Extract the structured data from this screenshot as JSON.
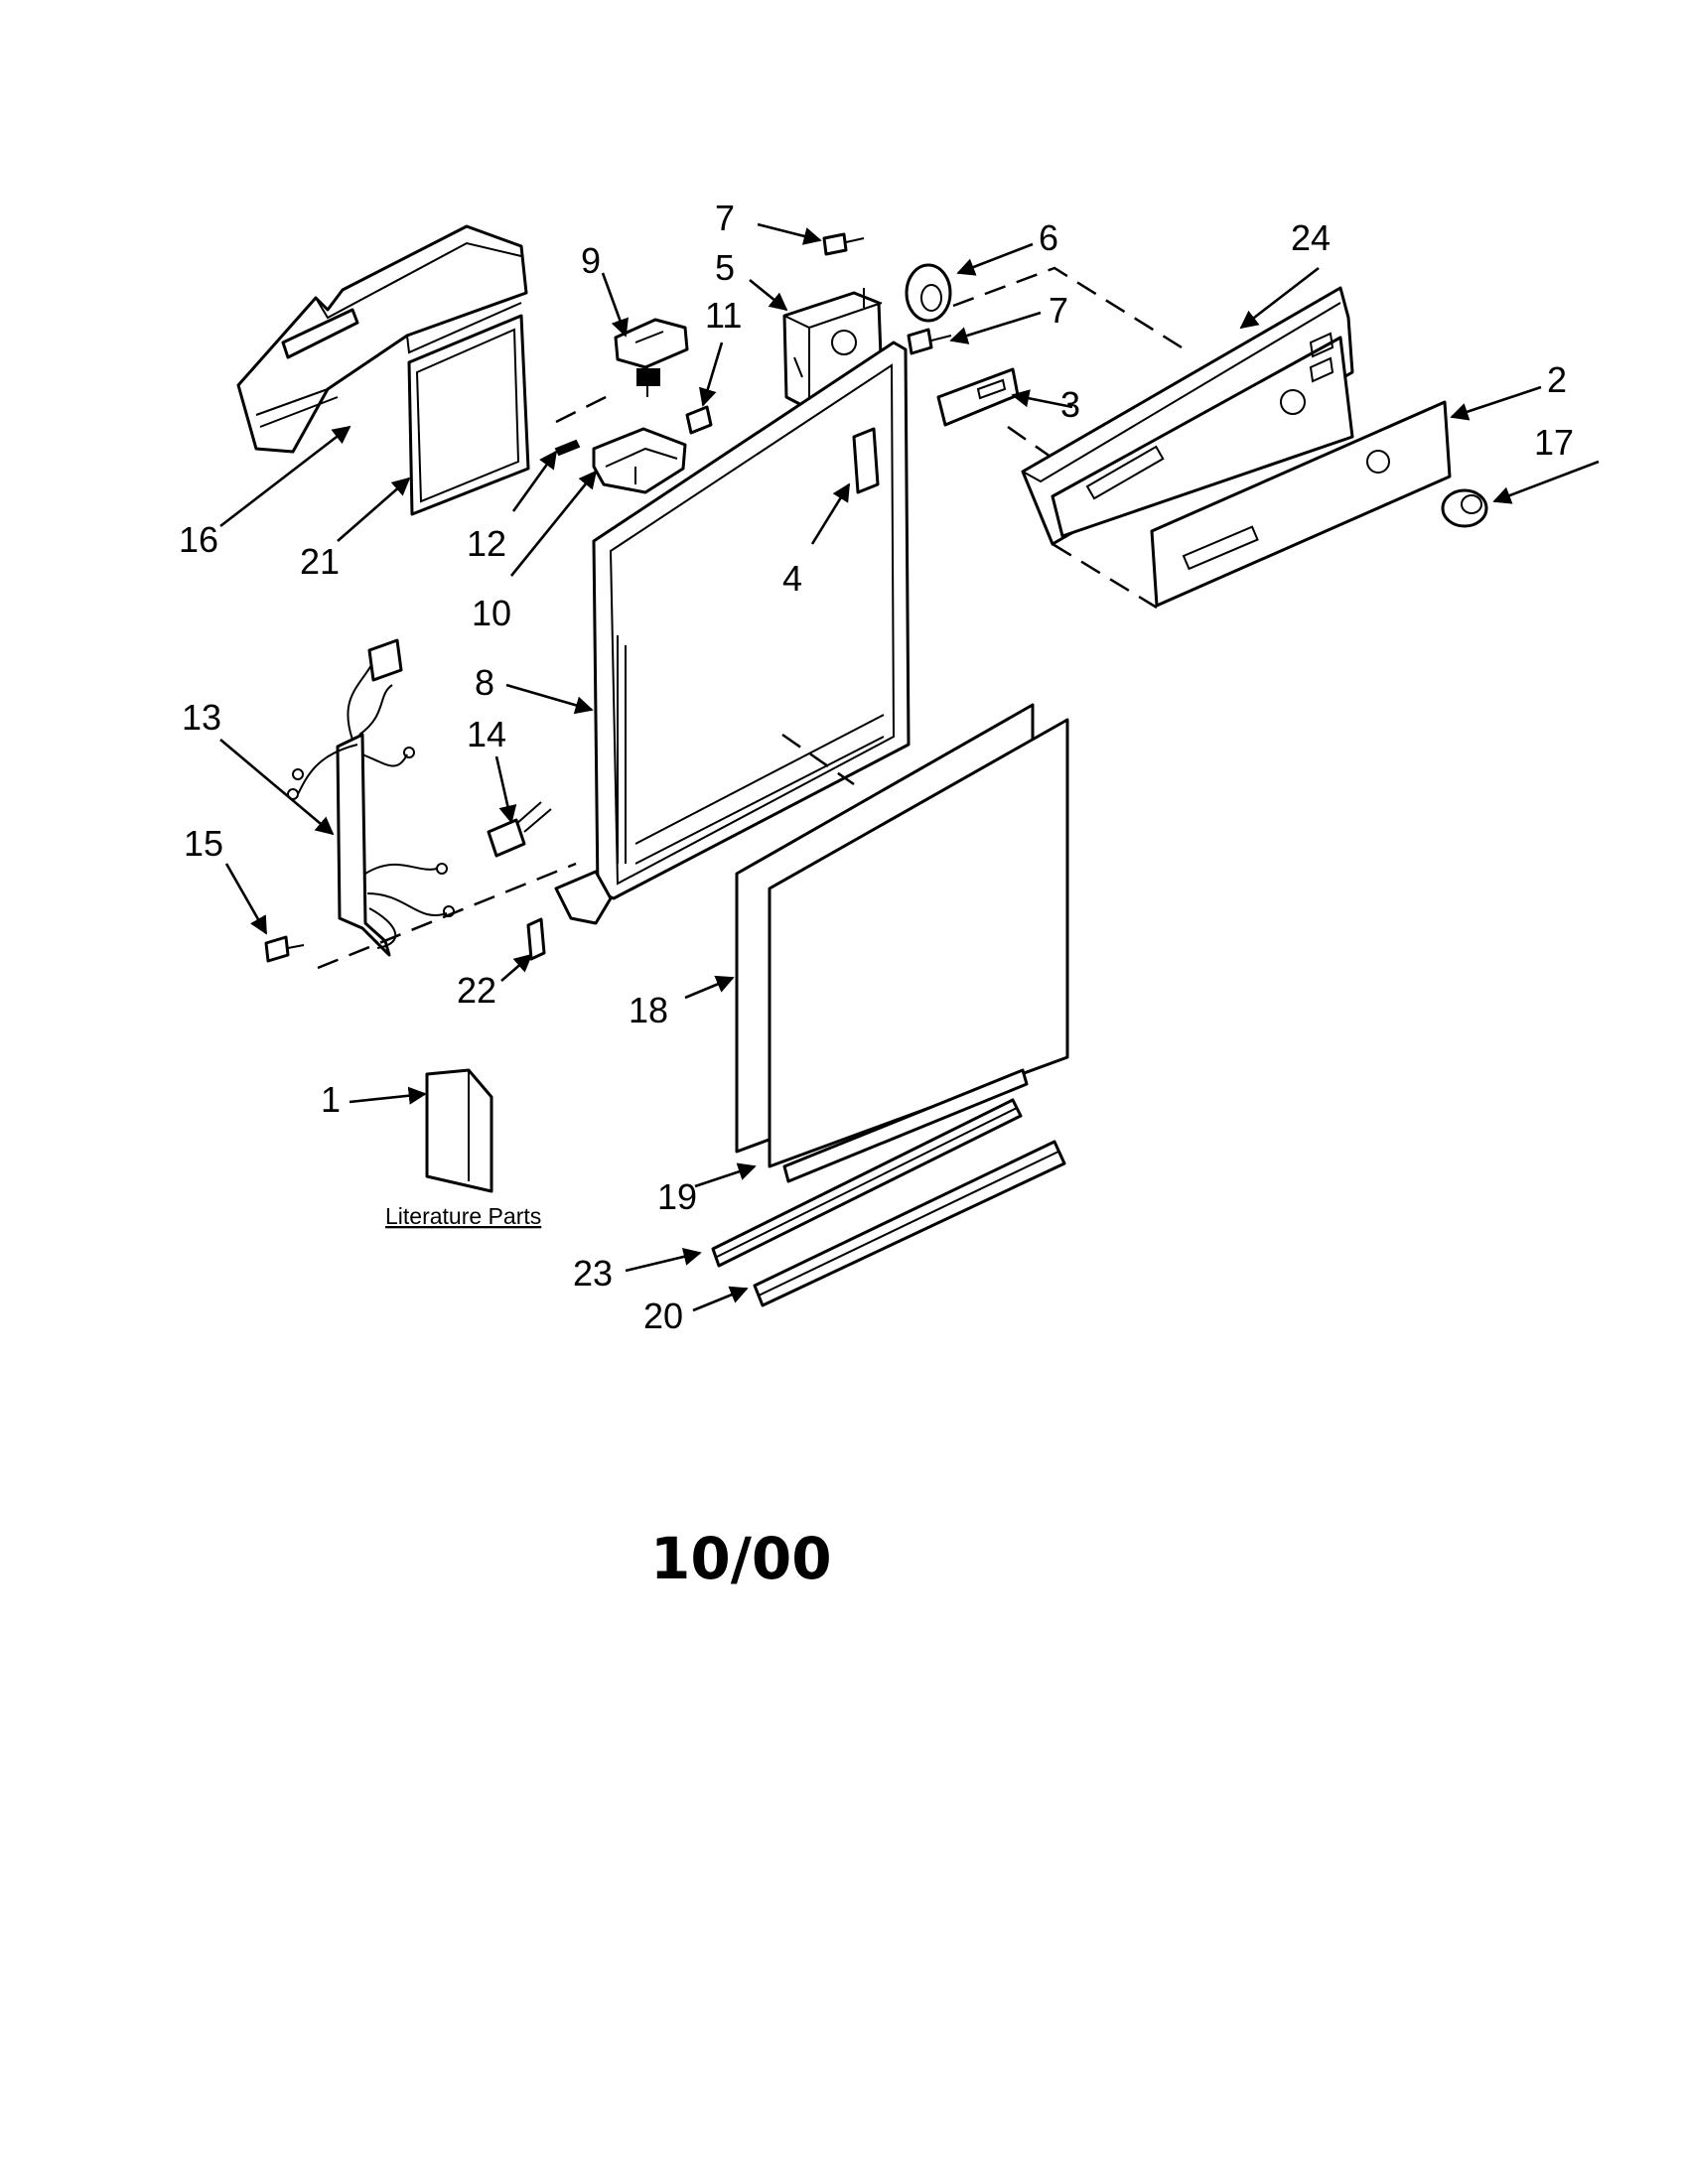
{
  "callouts": {
    "c1": "1",
    "c2": "2",
    "c3": "3",
    "c4": "4",
    "c5": "5",
    "c6": "6",
    "c7a": "7",
    "c7b": "7",
    "c8": "8",
    "c9": "9",
    "c10": "10",
    "c11": "11",
    "c12": "12",
    "c13": "13",
    "c14": "14",
    "c15": "15",
    "c16": "16",
    "c17": "17",
    "c18": "18",
    "c19": "19",
    "c20": "20",
    "c21": "21",
    "c22": "22",
    "c23": "23",
    "c24": "24"
  },
  "literature_label": "Literature Parts",
  "date_code": "10/00"
}
